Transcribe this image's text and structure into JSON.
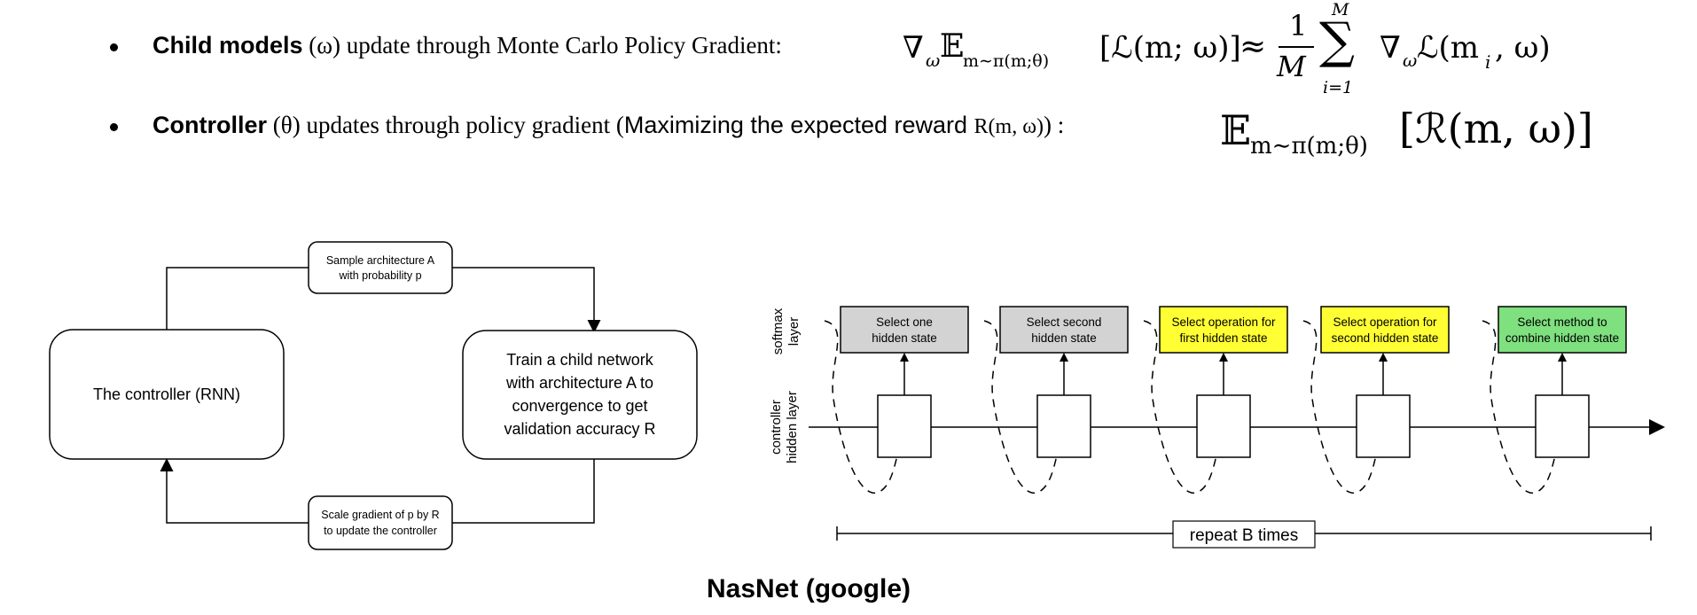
{
  "bullets": [
    {
      "bold": "Child models",
      "symbol": "(ω)",
      "text": "update through Monte Carlo Policy Gradient:",
      "formula": {
        "lhs_op": "∇",
        "lhs_sub": "ω",
        "expect": "𝔼",
        "expect_sub": "m∼π(m;θ)",
        "lhs_arg": "[ℒ(m; ω)]",
        "approx": "≈",
        "frac_num": "1",
        "frac_den": "M",
        "sum": "∑",
        "sum_top": "M",
        "sum_bottom": "i=1",
        "rhs": "∇",
        "rhs_sub": "ω",
        "rhs_arg": "ℒ(m",
        "rhs_arg_sub": "i",
        "rhs_arg_end": ", ω)"
      }
    },
    {
      "bold": "Controller",
      "symbol": "(θ)",
      "text": "updates through policy gradient (",
      "sans_text": "Maximizing the expected reward ",
      "reward": "R(m, ω)",
      "close": ") :",
      "formula": {
        "expect": "𝔼",
        "expect_sub": "m∼π(m;θ)",
        "arg": "[ℛ(m, ω)]"
      }
    }
  ],
  "flow_diagram": {
    "controller_box": "The controller (RNN)",
    "child_box_lines": [
      "Train a child network",
      "with architecture A to",
      "convergence to get",
      "validation accuracy R"
    ],
    "sample_box_lines": [
      "Sample architecture A",
      "with probability p"
    ],
    "scale_box_lines": [
      "Scale gradient of p by R",
      "to update the controller"
    ]
  },
  "rnn_diagram": {
    "softmax_label_lines": [
      "softmax",
      "layer"
    ],
    "hidden_label_lines": [
      "controller",
      "hidden layer"
    ],
    "steps": [
      {
        "lines": [
          "Select one",
          "hidden state"
        ],
        "color": "#d3d3d3"
      },
      {
        "lines": [
          "Select second",
          "hidden state"
        ],
        "color": "#d3d3d3"
      },
      {
        "lines": [
          "Select operation for",
          "first hidden state"
        ],
        "color": "#ffff33"
      },
      {
        "lines": [
          "Select operation for",
          "second hidden state"
        ],
        "color": "#ffff33"
      },
      {
        "lines": [
          "Select method to",
          "combine hidden state"
        ],
        "color": "#7ee07e"
      }
    ],
    "repeat_label": "repeat B times"
  },
  "caption": "NasNet (google)"
}
